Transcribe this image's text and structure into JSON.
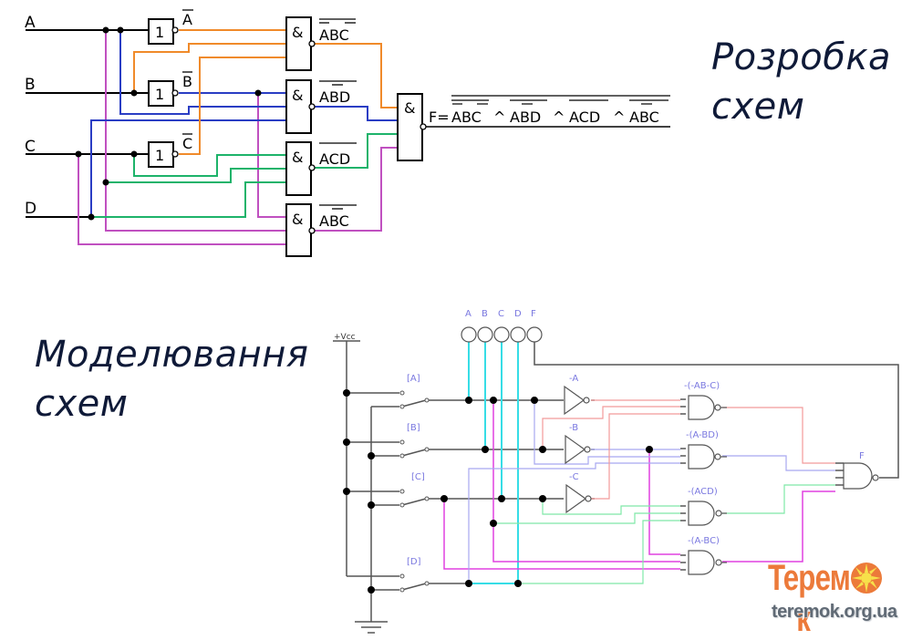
{
  "titles": {
    "design": "Розробка\nсхем",
    "design_line1": "Розробка",
    "design_line2": "схем",
    "modeling_line1": "Моделювання",
    "modeling_line2": "схем"
  },
  "schematic_top": {
    "inputs": [
      "A",
      "B",
      "C",
      "D"
    ],
    "inverters": [
      {
        "symbol": "1",
        "output": "A",
        "inverted": true
      },
      {
        "symbol": "1",
        "output": "B",
        "inverted": true
      },
      {
        "symbol": "1",
        "output": "C",
        "inverted": true
      }
    ],
    "nand_gates": [
      {
        "symbol": "&",
        "label": "ABC",
        "overbars": "A,C,all"
      },
      {
        "symbol": "&",
        "label": "ABD",
        "overbars": "B,all"
      },
      {
        "symbol": "&",
        "label": "ACD",
        "overbars": "all"
      },
      {
        "symbol": "&",
        "label": "ABC",
        "overbars": "B,all"
      }
    ],
    "output_gate": {
      "symbol": "&"
    },
    "formula": {
      "prefix": "F=",
      "terms": [
        "ABC",
        "ABD",
        "ACD",
        "ABC"
      ],
      "operator": "^"
    },
    "wire_colors": {
      "orange": "#f08a2a",
      "blue": "#2a3dc4",
      "green": "#1db36a",
      "purple": "#c050c0",
      "black": "#000000"
    }
  },
  "schematic_bottom": {
    "supply_label": "+Vcc",
    "probes": [
      "A",
      "B",
      "C",
      "D",
      "F"
    ],
    "switches": [
      "[A]",
      "[B]",
      "[C]",
      "[D]"
    ],
    "inverters": [
      "-A",
      "-B",
      "-C"
    ],
    "nand_gates": [
      "-(-AB-C)",
      "-(A-BD)",
      "-(ACD)",
      "-(A-BC)"
    ],
    "output_gate": "F",
    "label_color": "#7a78e0",
    "wire_colors": {
      "red": "#f29a9a",
      "lavender": "#a8a8f0",
      "green": "#7fe8a8",
      "magenta": "#e040e0",
      "cyan": "#36dde6",
      "gray": "#555555"
    }
  },
  "logo": {
    "brand_part1": "Терем",
    "brand_part2": "к",
    "url": "teremok.org.ua",
    "brand_color": "#ec7a3a"
  }
}
